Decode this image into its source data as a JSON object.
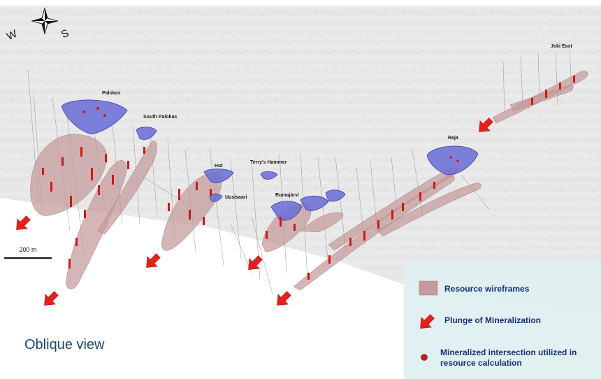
{
  "compass": {
    "west_letter": "W",
    "south_letter": "S"
  },
  "deposits": [
    {
      "id": "palokas",
      "name": "Palokas"
    },
    {
      "id": "south-palokas",
      "name": "South Palokas"
    },
    {
      "id": "hut",
      "name": "Hut"
    },
    {
      "id": "uusisaari",
      "name": "Uusisaari"
    },
    {
      "id": "terrys-hammer",
      "name": "Terry's Hammer"
    },
    {
      "id": "rumajarvi",
      "name": "Rumajärvi"
    },
    {
      "id": "raja",
      "name": "Raja"
    },
    {
      "id": "joki-east",
      "name": "Joki East"
    }
  ],
  "scale_bar": {
    "label": "200 m"
  },
  "view_title": "Oblique view",
  "legend": {
    "items": [
      {
        "symbol": "resource-wireframe-swatch",
        "label": "Resource wireframes"
      },
      {
        "symbol": "plunge-arrow-icon",
        "label": "Plunge of Mineralization"
      },
      {
        "symbol": "mineralized-intersection-dot",
        "label": "Mineralized intersection utilized in resource calculation"
      }
    ]
  },
  "colors": {
    "terrain": "#e9e9e9",
    "wireframe": "#c49a9a",
    "pit": "#6b6fd6",
    "plunge_arrow": "#e8201b",
    "intersection": "#d01818",
    "legend_panel": "#dfeff0",
    "legend_text": "#1a2f7a",
    "title": "#1b4a6b"
  }
}
